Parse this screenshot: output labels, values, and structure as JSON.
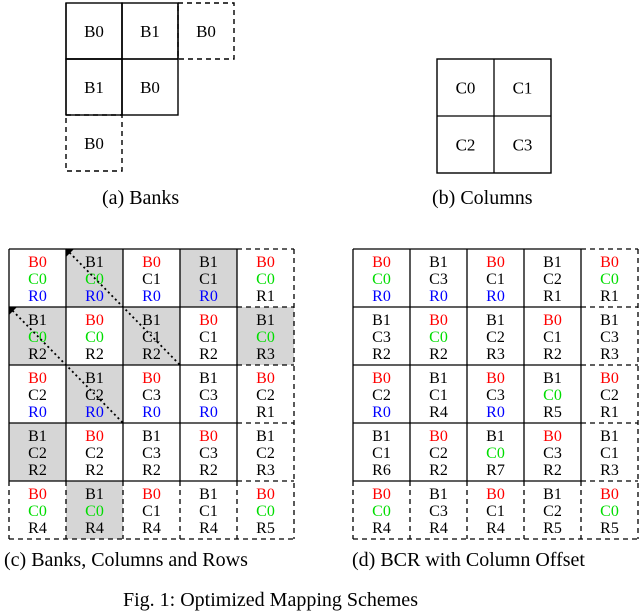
{
  "colors": {
    "bank0": "#ff0000",
    "col0": "#00dd00",
    "row0": "#0000ff",
    "text": "#000000",
    "shade": "#d6d6d6"
  },
  "panel_a": {
    "caption": "(a)  Banks",
    "cells": [
      {
        "label": "B0",
        "style": "solid"
      },
      {
        "label": "B1",
        "style": "solid"
      },
      {
        "label": "B0",
        "style": "dashed"
      },
      {
        "label": "B1",
        "style": "solid"
      },
      {
        "label": "B0",
        "style": "solid"
      },
      {
        "label": "B0",
        "style": "dashed"
      }
    ]
  },
  "panel_b": {
    "caption": "(b)  Columns",
    "cells": [
      "C0",
      "C1",
      "C2",
      "C3"
    ]
  },
  "panel_c": {
    "caption": "(c)  Banks, Columns and Rows",
    "shaded": [
      [
        0,
        1
      ],
      [
        0,
        3
      ],
      [
        1,
        0
      ],
      [
        1,
        2
      ],
      [
        1,
        4
      ],
      [
        2,
        1
      ],
      [
        3,
        0
      ],
      [
        4,
        1
      ]
    ],
    "grid": [
      [
        [
          "B0",
          "C0",
          "R0"
        ],
        [
          "B1",
          "C0",
          "R0"
        ],
        [
          "B0",
          "C1",
          "R0"
        ],
        [
          "B1",
          "C1",
          "R0"
        ],
        [
          "B0",
          "C0",
          "R1"
        ]
      ],
      [
        [
          "B1",
          "C0",
          "R2"
        ],
        [
          "B0",
          "C0",
          "R2"
        ],
        [
          "B1",
          "C1",
          "R2"
        ],
        [
          "B0",
          "C1",
          "R2"
        ],
        [
          "B1",
          "C0",
          "R3"
        ]
      ],
      [
        [
          "B0",
          "C2",
          "R0"
        ],
        [
          "B1",
          "C2",
          "R0"
        ],
        [
          "B0",
          "C3",
          "R0"
        ],
        [
          "B1",
          "C3",
          "R0"
        ],
        [
          "B0",
          "C2",
          "R1"
        ]
      ],
      [
        [
          "B1",
          "C2",
          "R2"
        ],
        [
          "B0",
          "C2",
          "R2"
        ],
        [
          "B1",
          "C3",
          "R2"
        ],
        [
          "B0",
          "C3",
          "R2"
        ],
        [
          "B1",
          "C2",
          "R3"
        ]
      ],
      [
        [
          "B0",
          "C0",
          "R4"
        ],
        [
          "B1",
          "C0",
          "R4"
        ],
        [
          "B0",
          "C1",
          "R4"
        ],
        [
          "B1",
          "C1",
          "R4"
        ],
        [
          "B0",
          "C0",
          "R5"
        ]
      ]
    ]
  },
  "panel_d": {
    "caption": "(d)  BCR with Column Offset",
    "grid": [
      [
        [
          "B0",
          "C0",
          "R0"
        ],
        [
          "B1",
          "C3",
          "R0"
        ],
        [
          "B0",
          "C1",
          "R0"
        ],
        [
          "B1",
          "C2",
          "R1"
        ],
        [
          "B0",
          "C0",
          "R1"
        ]
      ],
      [
        [
          "B1",
          "C3",
          "R2"
        ],
        [
          "B0",
          "C0",
          "R2"
        ],
        [
          "B1",
          "C2",
          "R3"
        ],
        [
          "B0",
          "C1",
          "R2"
        ],
        [
          "B1",
          "C3",
          "R3"
        ]
      ],
      [
        [
          "B0",
          "C2",
          "R0"
        ],
        [
          "B1",
          "C1",
          "R4"
        ],
        [
          "B0",
          "C3",
          "R0"
        ],
        [
          "B1",
          "C0",
          "R5"
        ],
        [
          "B0",
          "C2",
          "R1"
        ]
      ],
      [
        [
          "B1",
          "C1",
          "R6"
        ],
        [
          "B0",
          "C2",
          "R2"
        ],
        [
          "B1",
          "C0",
          "R7"
        ],
        [
          "B0",
          "C3",
          "R2"
        ],
        [
          "B1",
          "C1",
          "R3"
        ]
      ],
      [
        [
          "B0",
          "C0",
          "R4"
        ],
        [
          "B1",
          "C3",
          "R4"
        ],
        [
          "B0",
          "C1",
          "R4"
        ],
        [
          "B1",
          "C2",
          "R5"
        ],
        [
          "B0",
          "C0",
          "R5"
        ]
      ]
    ]
  },
  "figure_caption": "Fig. 1: Optimized Mapping Schemes"
}
